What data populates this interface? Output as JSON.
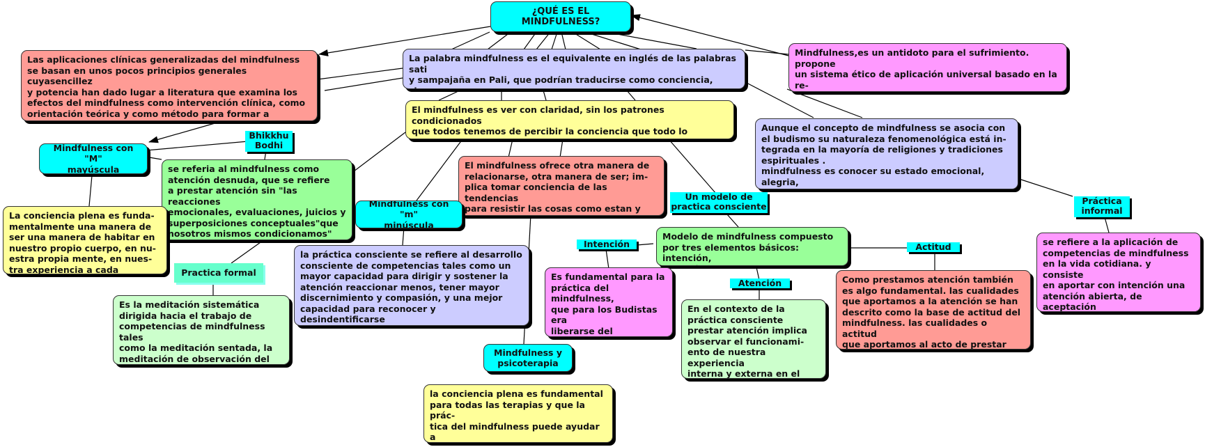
{
  "diagram": {
    "title": "¿QUÉ ES EL MINDFULNESS?",
    "nodes": {
      "definicion_pali": "La palabra mindfulness es el equivalente en inglés de las palabras sati\ny sampajaña en Pali, que podrían traducirse como conciencia, circuns-\npección discernimiento y retención",
      "aplicaciones_clinicas": "Las aplicaciones clínicas generalizadas del mindfulness\nse basan en unos pocos principios generales cuyasencillez\ny potencia han dado lugar a literatura que examina los\nefectos del mindfulness como intervención clínica, como\norientación teórica y como método para formar a terapeutas\nen competencias clínicas esenciales.",
      "antidoto": "Mindfulness,es un antidoto para el sufrimiento. propone\nun sistema ético de aplicación universal basado en la re-\nflexión y en la capacidad de discernir lo que es sano de\nlo que no.",
      "ver_claridad": "El mindfulness es ver con claridad, sin los patrones condicionados\nque todos tenemos de percibir la conciencia que todo lo enturbia, y\nsin intentar enmarcar las cosas de determinada manera.",
      "budismo": "Aunque el concepto de mindfulness se asocia con\nel budismo su naturaleza fenomenológica está in-\ntegrada en la mayoría de religiones y tradiciones\nespirituales .\nmindfulness es conocer su estado emocional, alegria,\ntristeza, miedo e.t.c.",
      "m_mayuscula": "Mindfulness con \"M\"\nmayúscula",
      "bhikkhu": "Bhikkhu\nBodhi",
      "atencion_desnuda": "se referia al mindfulness como\natención desnuda, que se refiere\na prestar atención sin \"las reacciones\nemocionales, evaluaciones, juicios y\nsuperposiciones conceptuales\"que\nnosotros mismos condicionamos\"\n(Wallace y Bodhi).",
      "otra_manera": "El mindfulness ofrece otra manera de\nrelacionarse, otra manera de ser; im-\nplica tomar conciencia de las tendencias\npara resistir las cosas como estan y dejar\n de organizar  lo impoible.",
      "modelo_practica": "Un modelo de\npractica consciente",
      "practica_informal": "Práctica\ninformal",
      "conciencia_plena_m": "La conciencia plena es funda-\nmentalmente una manera de\nser una manera de habitar en\nnuestro propio cuerpo, en nu-\nestra propia mente, en nues-\ntra experiencia a cada momento",
      "m_minuscula": "Mindfulness con \"m\"\nminúscula",
      "modelo_elementos": "Modelo de mindfulness compuesto\npor tres elementos básicos: intención,\natención y actitud",
      "intencion": "Intención",
      "actitud": "Actitud",
      "practica_formal": "Practica formal",
      "practica_consciente_desarrollo": "la práctica consciente se refiere al desarrollo\nconsciente de competencias tales como un\nmayor capacidad para dirigir y sostener la\natención reaccionar menos, tener mayor\ndiscernimiento y compasión, y una mejor\ncapacidad para reconocer y desindentificarse\ndel concepto que tenemos de nosotros mismos.",
      "intencion_texto": "Es fundamental para la\npráctica del mindfulness,\nque para los Budistas era\nliberarse del sufrimiento\npara uno mismo y para\ntodos los seres.",
      "atencion": "Atención",
      "actitud_texto": "Como prestamos atención también\nes algo fundamental. las cualidades\nque aportamos a la atención se han\ndescrito como la base de actitud del\nmindfulness. las cualidades o actitud\nque aportamos al acto de prestar aten-\nción son cruciales.",
      "informal_texto": "se refiere a la aplicación de\ncompetencias de mindfulness\nen la vida cotidiana. y consiste\nen aportar con intención una\natención abierta, de aceptación\ny discernimiento a lo que se está\nhaciendo.",
      "meditacion_sistematica": "Es la meditación sistemática\ndirigida hacia el trabajo de\ncompetencias de mindfulness tales\ncomo la meditación sentada, la\nmeditación de observación del\ncuerpo y la meditación andando.",
      "atencion_texto": "En el contexto de la\npráctica consciente\nprestar atención implica\nobservar el funcionami-\nento de nuestra experiencia\ninterna y externa en el\nmomento presente.",
      "psicoterapia": "Mindfulness y\npsicoterapia",
      "psicoterapia_texto": "la conciencia plena es fundamental\npara todas las terapias y que la prác-\ntica del mindfulness puede ayudar a\nlos terapeutas a cultivar y a conectar\ncon esa conciencia."
    },
    "colors": {
      "cyan": "#00ffff",
      "red": "#ff9b95",
      "lavender": "#ccccff",
      "yellow": "#ffff99",
      "green": "#99ff99",
      "light_green": "#ccffcc",
      "magenta": "#ff99ff",
      "line": "#000000"
    }
  }
}
